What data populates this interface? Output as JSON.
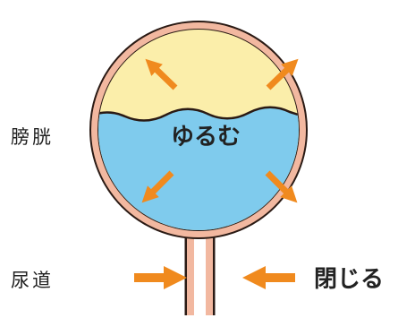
{
  "labels": {
    "bladder": "膀胱",
    "urethra": "尿道",
    "relax": "ゆるむ",
    "close": "閉じる"
  },
  "colors": {
    "wall": "#f2b8a0",
    "outline": "#2a1a14",
    "urine": "#7fcbed",
    "air": "#fbeeaa",
    "arrow": "#f08a1e",
    "text": "#222222"
  }
}
